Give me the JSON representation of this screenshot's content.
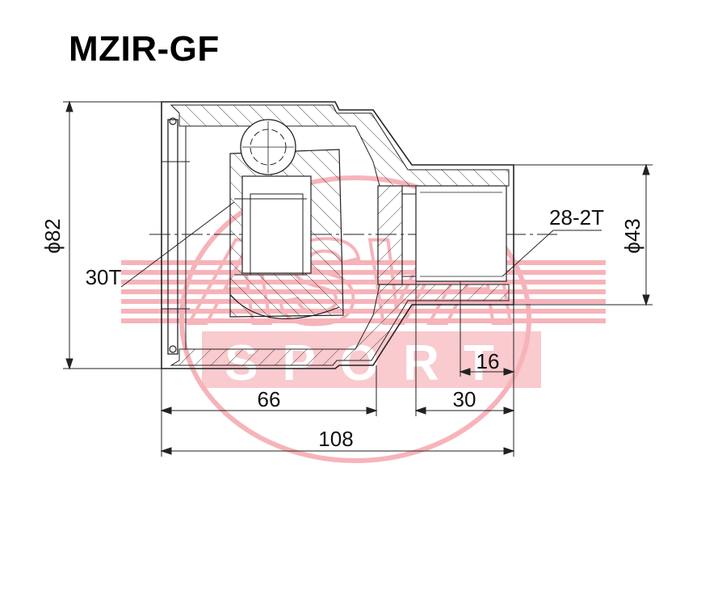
{
  "part_number": "MZIR-GF",
  "watermark": {
    "brand_text": "ASVA",
    "sub_text": "SPORT",
    "color": "#e8283a"
  },
  "dimensions": {
    "outer_diameter": "ϕ82",
    "outer_splines": "30T",
    "shaft_diameter": "ϕ43",
    "inner_splines": "28-2T",
    "housing_length": "66",
    "shaft_length": "30",
    "spline_length": "16",
    "overall_length": "108"
  },
  "colors": {
    "line": "#222222",
    "hatch": "#333333",
    "background": "#ffffff"
  }
}
